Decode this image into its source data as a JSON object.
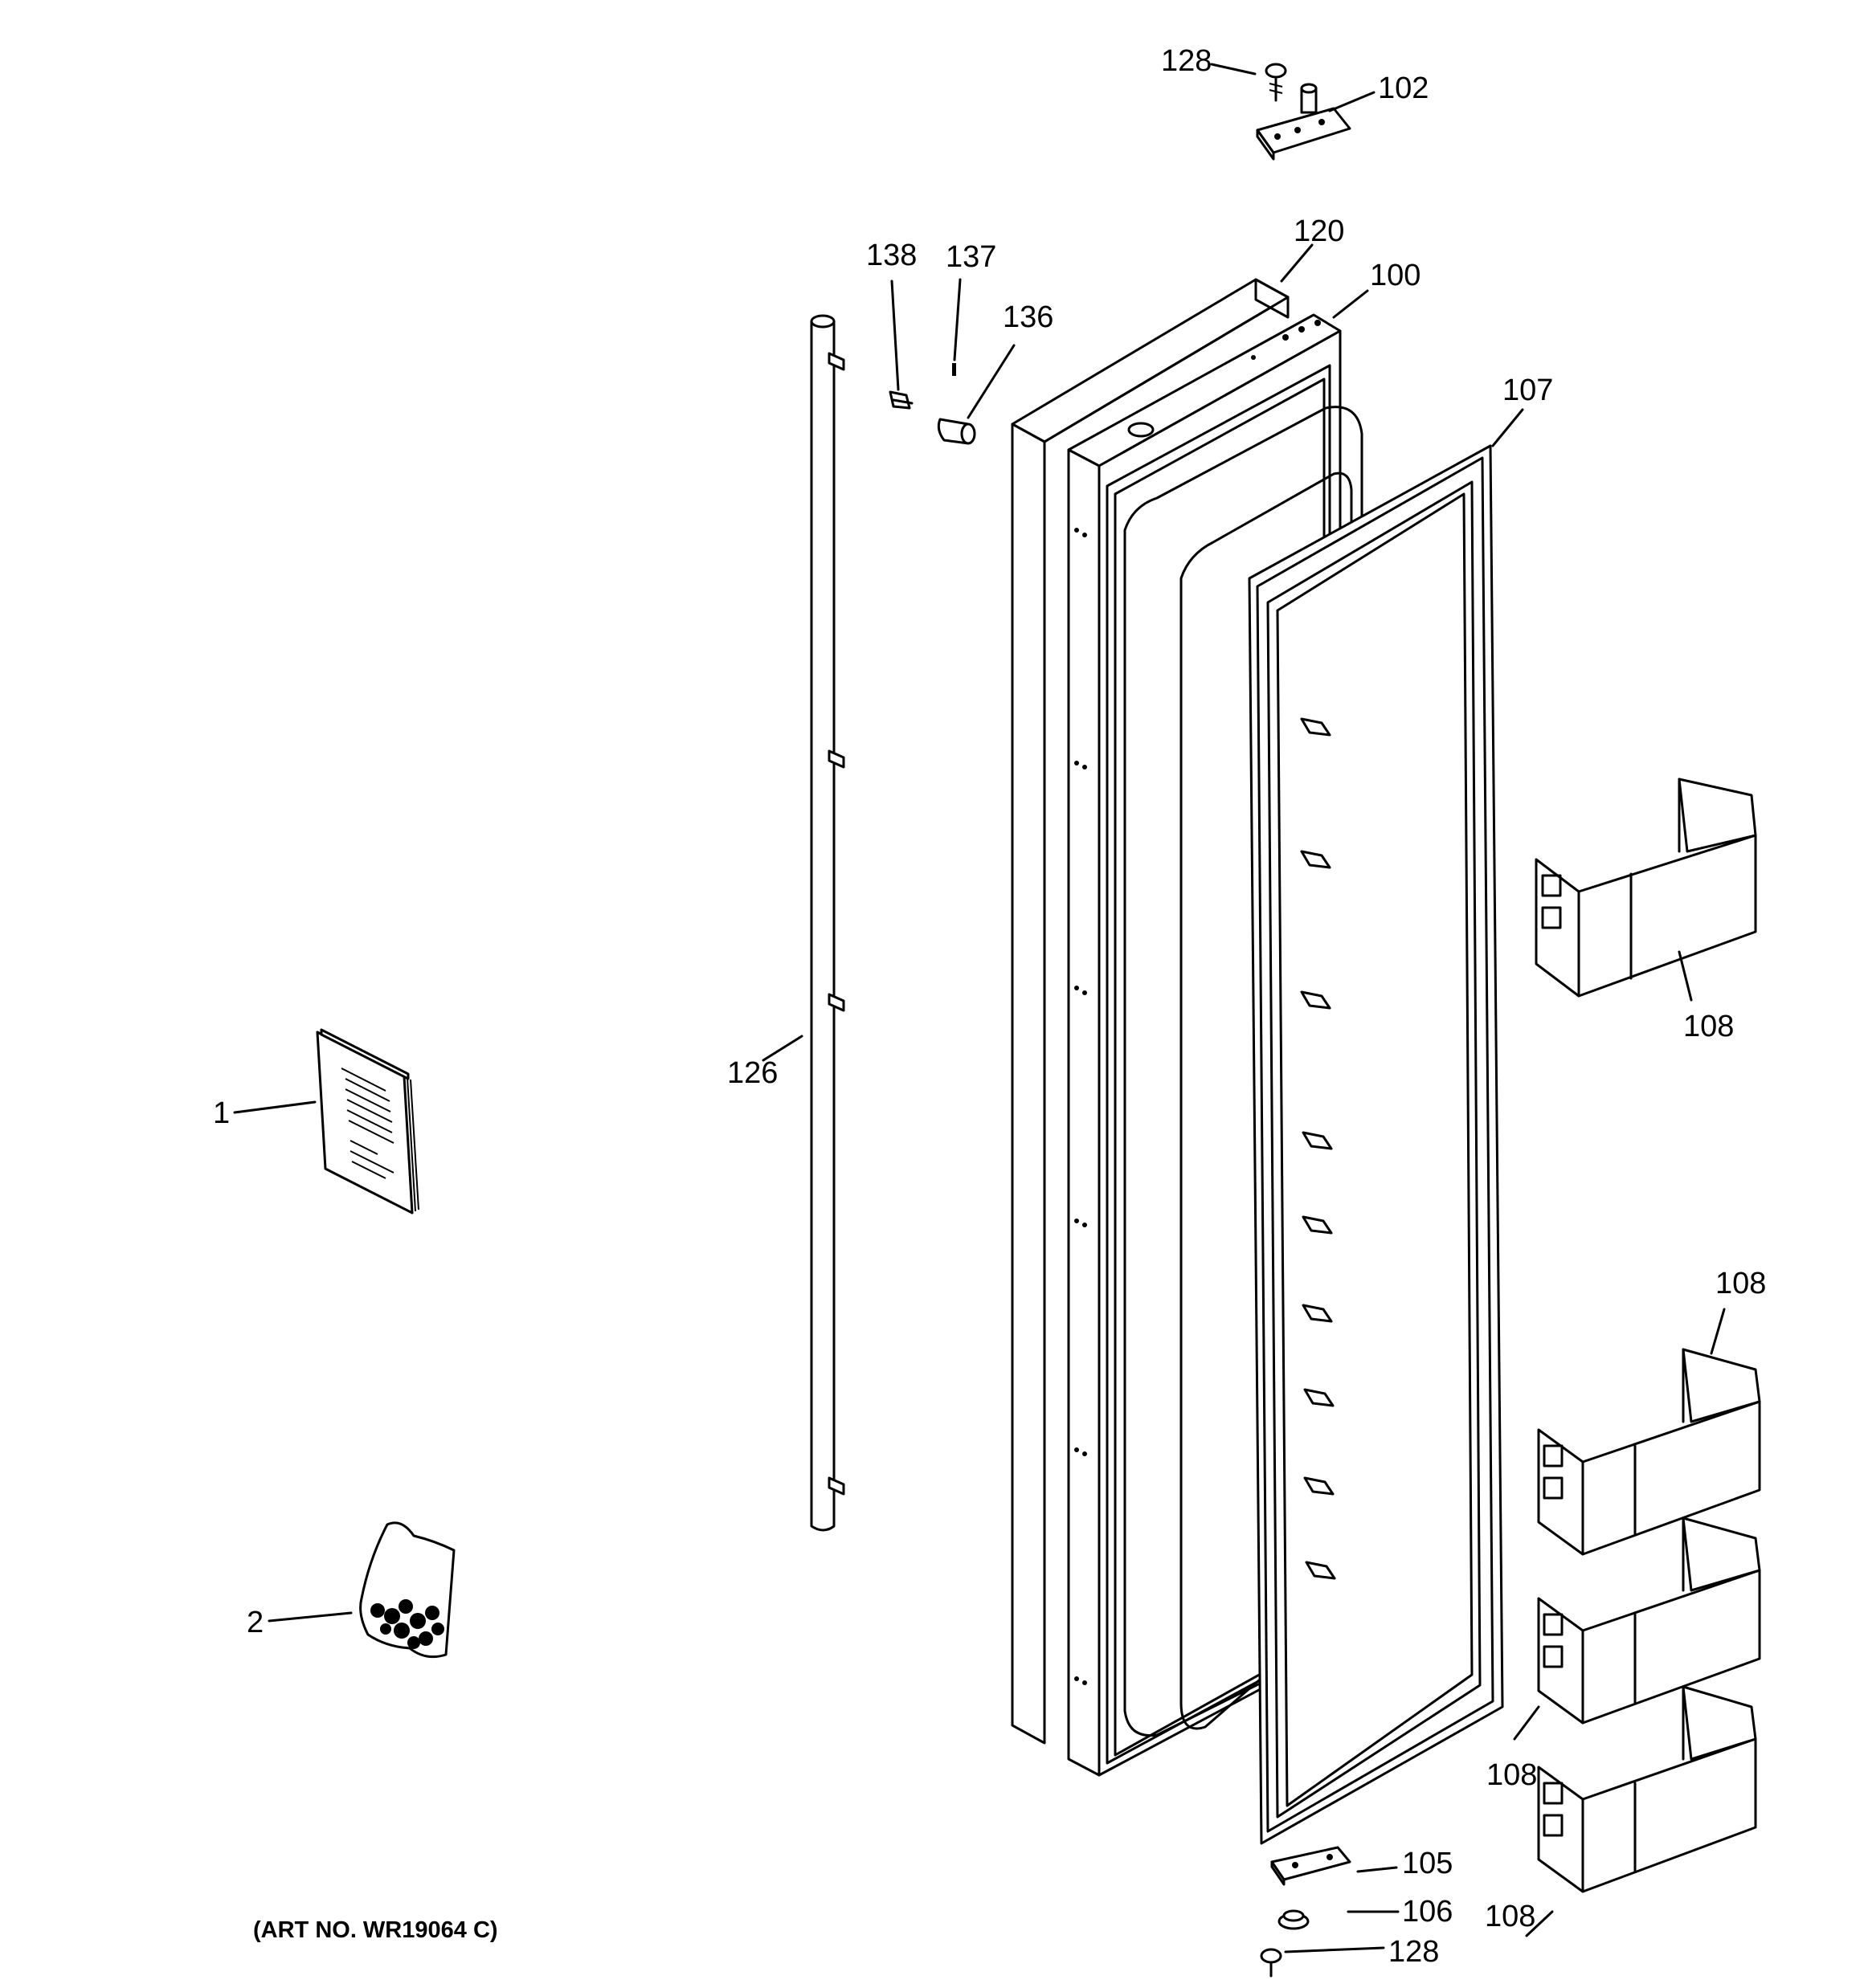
{
  "art_number": "(ART NO. WR19064 C)",
  "callouts": {
    "c1": "1",
    "c2": "2",
    "c100": "100",
    "c102": "102",
    "c105": "105",
    "c106": "106",
    "c107": "107",
    "c108_a": "108",
    "c108_b": "108",
    "c108_c": "108",
    "c108_d": "108",
    "c120": "120",
    "c126": "126",
    "c128_top": "128",
    "c128_bottom": "128",
    "c136": "136",
    "c137": "137",
    "c138": "138"
  },
  "icons": {
    "part_1": "manual-icon",
    "part_2": "hardware-bag-icon",
    "fasteners": "screw-icon",
    "bins": "door-bin-icon",
    "hinges": "hinge-icon"
  }
}
